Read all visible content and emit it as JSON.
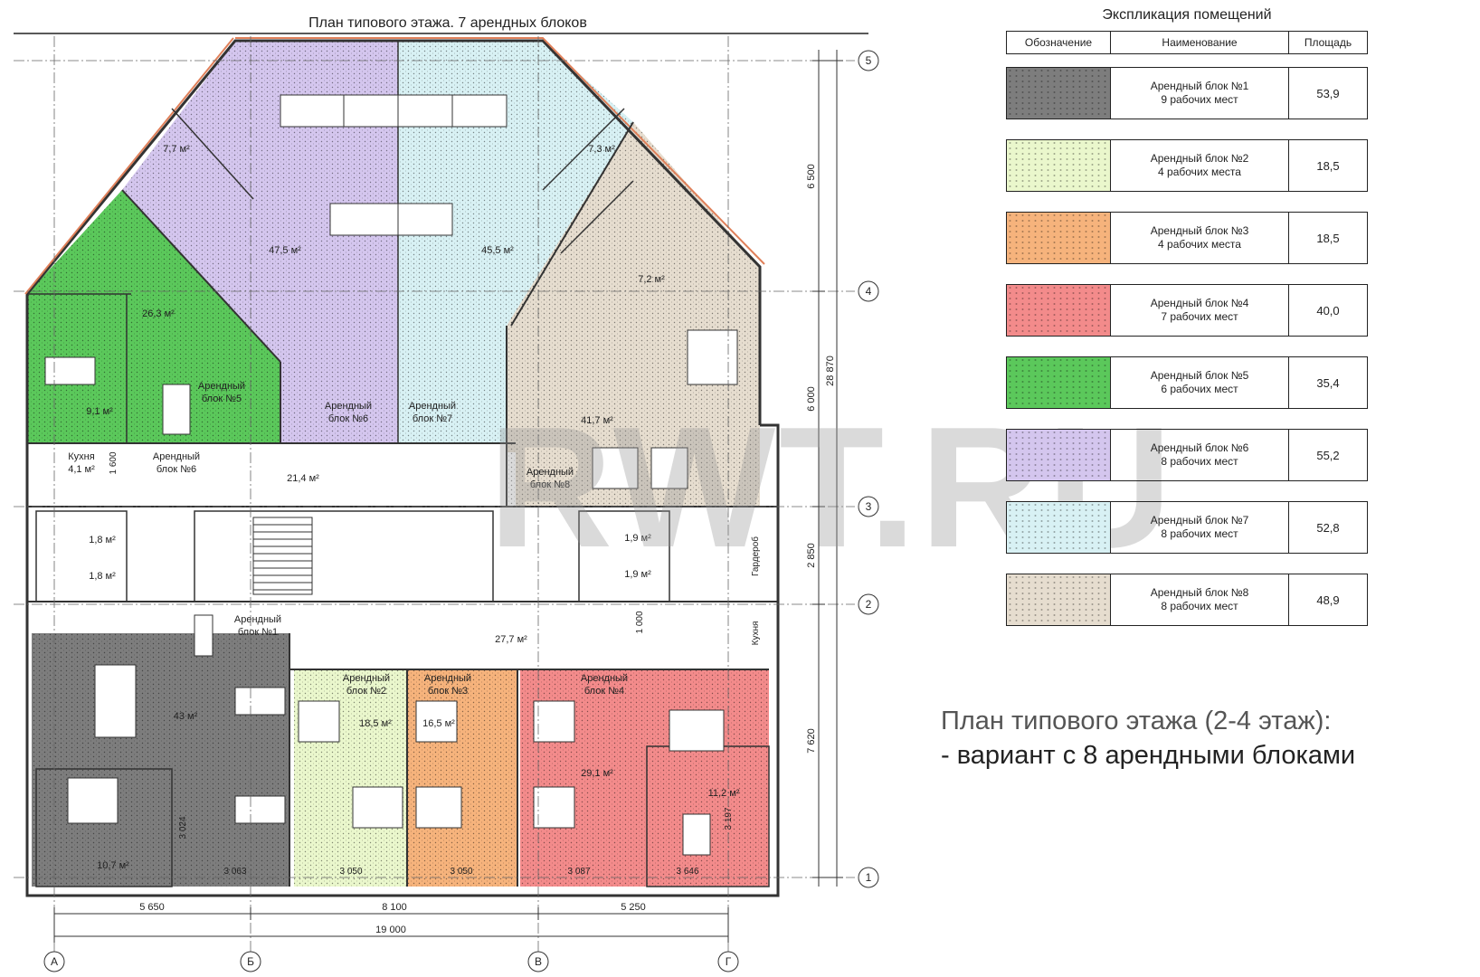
{
  "plan_title": "План типового этажа. 7 арендных блоков",
  "watermark": "RWT.RU",
  "rooms": [
    {
      "id": "b5_main",
      "area": "26,3 м²"
    },
    {
      "id": "b5_small",
      "area": "9,1 м²"
    },
    {
      "id": "b6_small",
      "area": "7,7 м²"
    },
    {
      "id": "b6_main",
      "area": "47,5 м²"
    },
    {
      "id": "b7_main",
      "area": "45,5 м²"
    },
    {
      "id": "b8_small1",
      "area": "7,3 м²"
    },
    {
      "id": "b8_small2",
      "area": "7,2 м²"
    },
    {
      "id": "b8_main",
      "area": "41,7 м²"
    },
    {
      "id": "corr_top",
      "area": "21,4 м²"
    },
    {
      "id": "kitchen_top",
      "area": "4,1 м²",
      "name": "Кухня"
    },
    {
      "id": "wc1",
      "area": "1,8 м²"
    },
    {
      "id": "wc2",
      "area": "1,8 м²"
    },
    {
      "id": "wc3",
      "area": "1,9 м²"
    },
    {
      "id": "wc4",
      "area": "1,9 м²"
    },
    {
      "id": "corr_bottom",
      "area": "27,7 м²"
    },
    {
      "id": "b1_main",
      "area": "43 м²"
    },
    {
      "id": "b1_small",
      "area": "10,7 м²"
    },
    {
      "id": "b2_main",
      "area": "18,5 м²"
    },
    {
      "id": "b3_main",
      "area": "16,5 м²"
    },
    {
      "id": "b4_main",
      "area": "29,1 м²"
    },
    {
      "id": "b4_small",
      "area": "11,2 м²"
    }
  ],
  "block_labels": [
    {
      "id": "b5",
      "line1": "Арендный",
      "line2": "блок №5"
    },
    {
      "id": "b6a",
      "line1": "Арендный",
      "line2": "блок №6"
    },
    {
      "id": "b6b",
      "line1": "Арендный",
      "line2": "блок №6"
    },
    {
      "id": "b7",
      "line1": "Арендный",
      "line2": "блок №7"
    },
    {
      "id": "b8",
      "line1": "Арендный",
      "line2": "блок №8"
    },
    {
      "id": "b1",
      "line1": "Арендный",
      "line2": "блок №1"
    },
    {
      "id": "b2",
      "line1": "Арендный",
      "line2": "блок №2"
    },
    {
      "id": "b3",
      "line1": "Арендный",
      "line2": "блок №3"
    },
    {
      "id": "b4",
      "line1": "Арендный",
      "line2": "блок №4"
    }
  ],
  "misc_labels": {
    "kitchen_right": "Кухня",
    "storage_right": "Гардероб"
  },
  "axes_right": [
    "5",
    "4",
    "3",
    "2",
    "1"
  ],
  "axes_bottom": [
    "А",
    "Б",
    "В",
    "Г"
  ],
  "dims_bottom_row1": [
    "5 650",
    "8 100",
    "5 250"
  ],
  "dims_bottom_total": "19 000",
  "dims_right": [
    "6 500",
    "6 000",
    "2 850",
    "7 620"
  ],
  "dims_right_total": "28 870",
  "dims_internal": [
    "3 063",
    "3 050",
    "3 050",
    "3 087",
    "3 646",
    "1 600",
    "1 000",
    "3 024",
    "3 197"
  ],
  "explication": {
    "title": "Экспликация помещений",
    "headers": [
      "Обозначение",
      "Наименование",
      "Площадь"
    ],
    "rows": [
      {
        "name": "Арендный блок №1",
        "desks": "9 рабочих мест",
        "area": "53,9",
        "color": "#7d7d7d"
      },
      {
        "name": "Арендный блок №2",
        "desks": "4 рабочих места",
        "area": "18,5",
        "color": "#eaf7cc"
      },
      {
        "name": "Арендный блок №3",
        "desks": "4 рабочих места",
        "area": "18,5",
        "color": "#f6b37c"
      },
      {
        "name": "Арендный блок №4",
        "desks": "7 рабочих мест",
        "area": "40,0",
        "color": "#f38b8b"
      },
      {
        "name": "Арендный блок №5",
        "desks": "6 рабочих мест",
        "area": "35,4",
        "color": "#5bc85b"
      },
      {
        "name": "Арендный блок №6",
        "desks": "8 рабочих мест",
        "area": "55,2",
        "color": "#d4c6ee"
      },
      {
        "name": "Арендный блок №7",
        "desks": "8 рабочих мест",
        "area": "52,8",
        "color": "#d8f1f4"
      },
      {
        "name": "Арендный блок №8",
        "desks": "8 рабочих мест",
        "area": "48,9",
        "color": "#e6ddcf"
      }
    ]
  },
  "caption": {
    "line1": "План типового этажа (2-4 этаж):",
    "line2": "- вариант с 8 арендными блоками"
  }
}
